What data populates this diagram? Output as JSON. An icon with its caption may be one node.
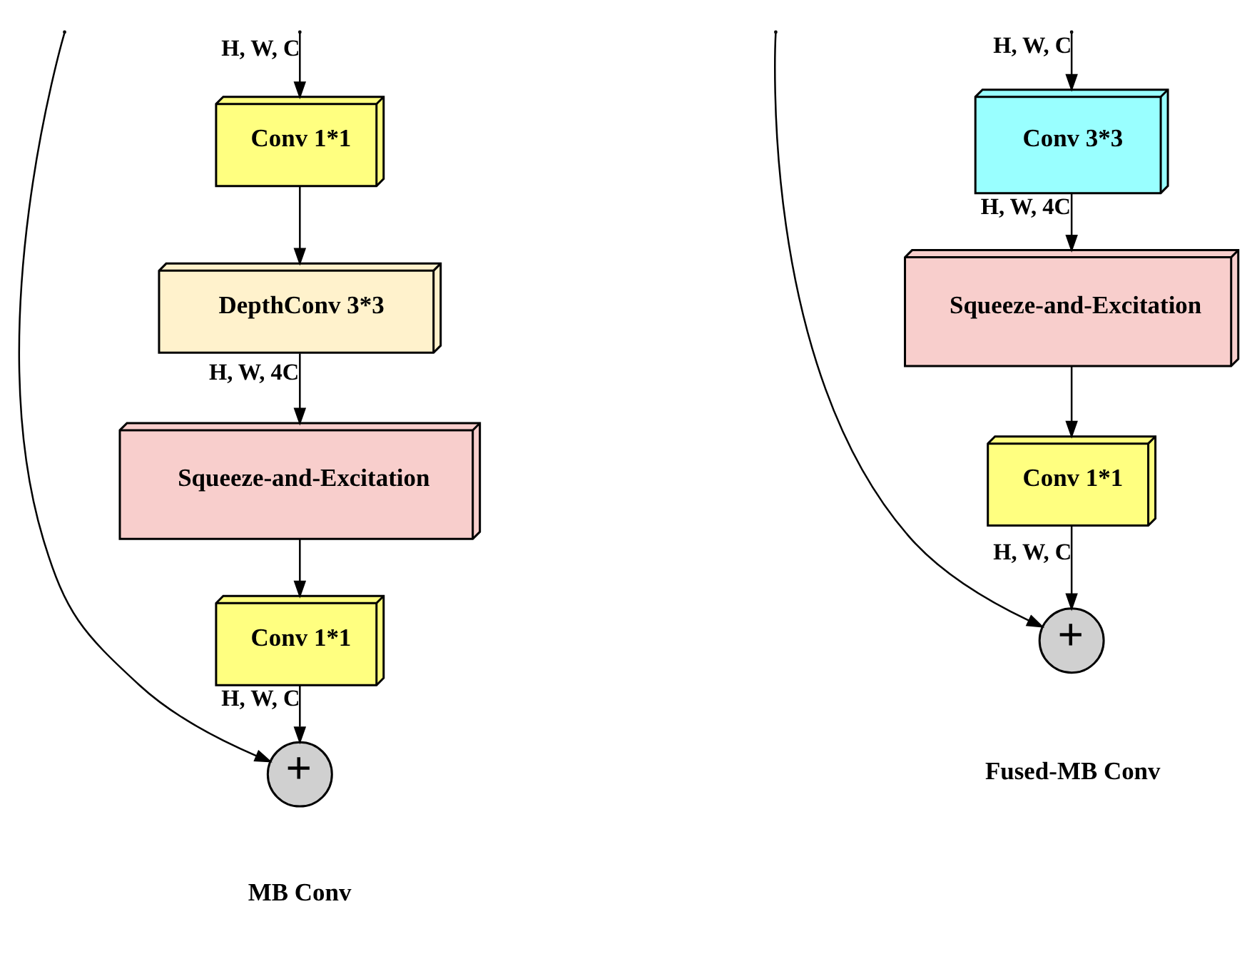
{
  "diagram": {
    "nodes": [
      {
        "text": [
          "Conv 1*1"
        ]
      },
      {
        "text": [
          "DepthConv 3*3"
        ]
      },
      {
        "text": [
          "Squeeze-and-Excitation"
        ]
      },
      {
        "text": [
          "Conv 1*1"
        ]
      },
      {
        "text": [
          "+"
        ]
      },
      {
        "text": [
          "Conv 3*3"
        ]
      },
      {
        "text": [
          "Squeeze-and-Excitation"
        ]
      },
      {
        "text": [
          "Conv 1*1"
        ]
      },
      {
        "text": [
          "+"
        ]
      }
    ],
    "edges": [
      {
        "from": null,
        "to": 0,
        "arrow": "to",
        "label": "H, W, C"
      },
      {
        "from": null,
        "to": 4,
        "arrow": "to"
      },
      {
        "from": 0,
        "to": 1,
        "arrow": "to"
      },
      {
        "from": 1,
        "to": 2,
        "arrow": "to",
        "label": "H, W, 4C"
      },
      {
        "from": 2,
        "to": 3,
        "arrow": "to"
      },
      {
        "from": 3,
        "to": 4,
        "arrow": "to",
        "label": "H, W, C"
      },
      {
        "from": null,
        "to": 5,
        "arrow": "to",
        "label": "H, W, C"
      },
      {
        "from": null,
        "to": 8,
        "arrow": "to"
      },
      {
        "from": 5,
        "to": 6,
        "arrow": "to",
        "label": "H, W, 4C"
      },
      {
        "from": 6,
        "to": 7,
        "arrow": "to"
      },
      {
        "from": 7,
        "to": 8,
        "arrow": "to",
        "label": "H, W, C"
      }
    ],
    "labels": [
      "MB Conv",
      "Fused-MB Conv"
    ]
  }
}
